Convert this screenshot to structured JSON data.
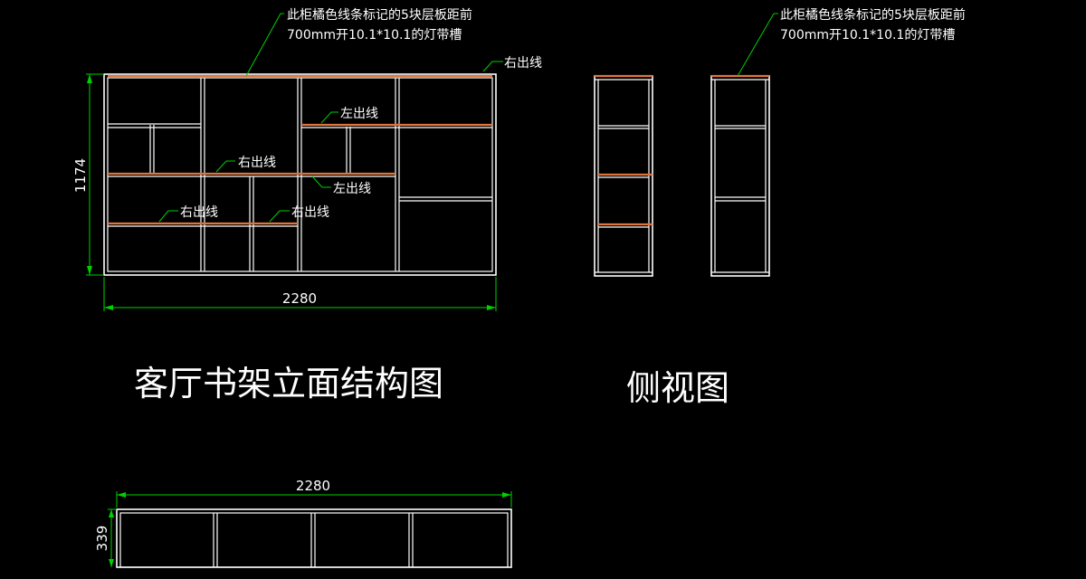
{
  "note": {
    "line1": "此柜橘色线条标记的5块层板距前",
    "line2": "700mm开10.1*10.1的灯带槽"
  },
  "labels": {
    "right_out": "右出线",
    "left_out": "左出线"
  },
  "dimensions": {
    "width_front": "2280",
    "height_front": "1174",
    "width_plan": "2280",
    "depth_plan": "339"
  },
  "titles": {
    "front": "客厅书架立面结构图",
    "side": "侧视图"
  },
  "colors": {
    "background": "#000000",
    "line": "#ffffff",
    "led_shelf": "#e0743a",
    "annotation": "#00d000"
  }
}
